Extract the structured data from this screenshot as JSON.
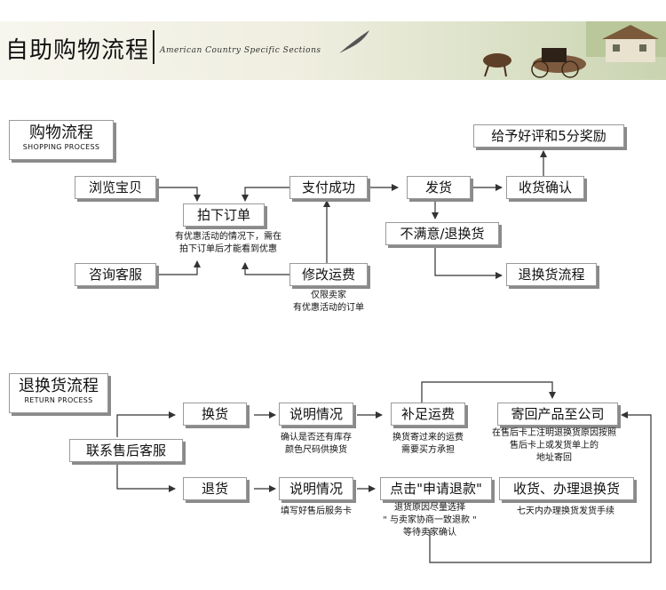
{
  "banner": {
    "title": "自助购物流程",
    "subtitle": "American Country Specific Sections"
  },
  "shopping": {
    "title_zh": "购物流程",
    "title_en": "SHOPPING PROCESS",
    "browse": "浏览宝贝",
    "order": "拍下订单",
    "order_note_line1": "有优惠活动的情况下，需在",
    "order_note_line2": "拍下订单后才能看到优惠",
    "consult": "咨询客服",
    "pay_success": "支付成功",
    "modify_shipping": "修改运费",
    "modify_note_line1": "仅限卖家",
    "modify_note_line2": "有优惠活动的订单",
    "ship": "发货",
    "receive_confirm": "收货确认",
    "good_review": "给予好评和5分奖励",
    "unsatisfied": "不满意/退换货",
    "return_flow": "退换货流程"
  },
  "returns": {
    "title_zh": "退换货流程",
    "title_en": "RETURN PROCESS",
    "contact_service": "联系售后客服",
    "exchange": "换货",
    "refund": "退货",
    "explain_exchange": "说明情况",
    "explain_exchange_note_line1": "确认是否还有库存",
    "explain_exchange_note_line2": "颜色尺码供换货",
    "explain_refund": "说明情况",
    "explain_refund_note": "填写好售后服务卡",
    "add_shipping": "补足运费",
    "add_shipping_note_line1": "换货寄过来的运费",
    "add_shipping_note_line2": "需要买方承担",
    "click_refund": "点击\"申请退款\"",
    "click_refund_note_line1": "退货原因尽量选择",
    "click_refund_note_line2": "\" 与卖家协商一致退款 \"",
    "click_refund_note_line3": "等待卖家确认",
    "send_back": "寄回产品至公司",
    "send_back_note_line1": "在售后卡上注明退换货原因按照",
    "send_back_note_line2": "售后卡上或发货单上的",
    "send_back_note_line3": "地址寄回",
    "receive_process": "收货、办理退换货",
    "receive_process_note": "七天内办理换货发货手续"
  },
  "colors": {
    "box_border": "#9a9a9a",
    "box_shadow": "#8a8a8a",
    "line": "#333333"
  }
}
